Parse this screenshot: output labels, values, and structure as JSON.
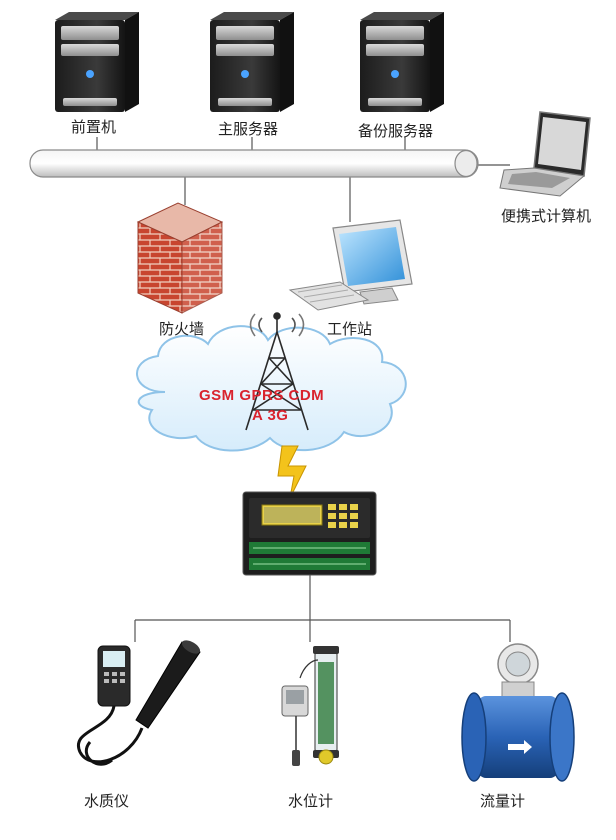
{
  "nodes": {
    "front_server": {
      "label": "前置机",
      "icon": "tower-server-icon"
    },
    "main_server": {
      "label": "主服务器",
      "icon": "tower-server-icon"
    },
    "backup_server": {
      "label": "备份服务器",
      "icon": "tower-server-icon"
    },
    "laptop": {
      "label": "便携式计算机",
      "icon": "laptop-icon"
    },
    "firewall": {
      "label": "防火墙",
      "icon": "brick-wall-icon"
    },
    "workstation": {
      "label": "工作站",
      "icon": "desktop-computer-icon"
    },
    "data_logger": {
      "label": "",
      "icon": "data-logger-icon"
    },
    "water_quality": {
      "label": "水质仪",
      "icon": "water-quality-meter-icon"
    },
    "water_level": {
      "label": "水位计",
      "icon": "water-level-gauge-icon"
    },
    "flow_meter": {
      "label": "流量计",
      "icon": "flow-meter-icon"
    }
  },
  "network": {
    "line1": "GSM  GPRS  CDM",
    "line2": "A  3G",
    "icon": "cloud-icon",
    "tower_icon": "radio-tower-icon",
    "signal_icon": "lightning-bolt-icon"
  },
  "colors": {
    "network_text": "#d9232e",
    "firewall_brick": "#c8452f",
    "flow_meter_body": "#2a63b6",
    "logger_display": "#e9d24a",
    "logger_terminals": "#1f7a36"
  }
}
